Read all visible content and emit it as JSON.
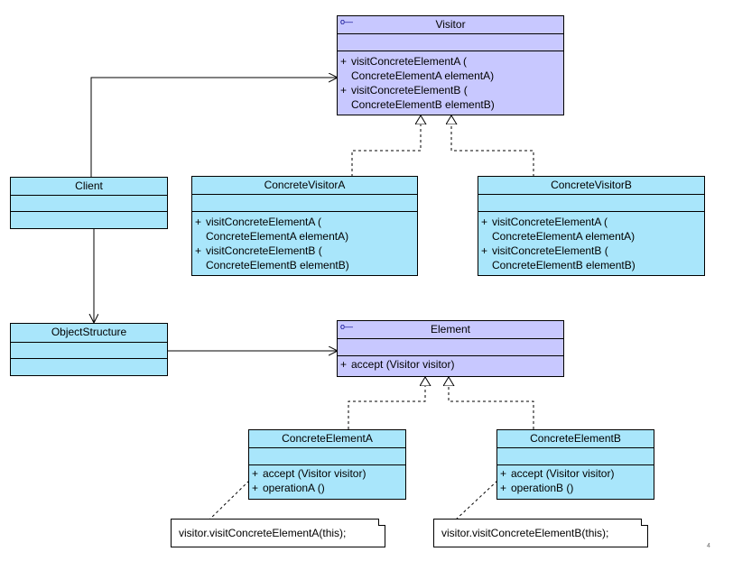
{
  "classes": {
    "visitor": {
      "name": "Visitor",
      "stereotype_icon": "interface-icon",
      "ops": [
        {
          "vis": "+",
          "lines": [
            "visitConcreteElementA (",
            "ConcreteElementA elementA)"
          ]
        },
        {
          "vis": "+",
          "lines": [
            "visitConcreteElementB (",
            "ConcreteElementB elementB)"
          ]
        }
      ]
    },
    "concrete_visitor_a": {
      "name": "ConcreteVisitorA",
      "ops": [
        {
          "vis": "+",
          "lines": [
            "visitConcreteElementA (",
            "ConcreteElementA elementA)"
          ]
        },
        {
          "vis": "+",
          "lines": [
            "visitConcreteElementB (",
            "ConcreteElementB elementB)"
          ]
        }
      ]
    },
    "concrete_visitor_b": {
      "name": "ConcreteVisitorB",
      "ops": [
        {
          "vis": "+",
          "lines": [
            "visitConcreteElementA (",
            "ConcreteElementA elementA)"
          ]
        },
        {
          "vis": "+",
          "lines": [
            "visitConcreteElementB (",
            "ConcreteElementB elementB)"
          ]
        }
      ]
    },
    "client": {
      "name": "Client"
    },
    "object_structure": {
      "name": "ObjectStructure"
    },
    "element": {
      "name": "Element",
      "stereotype_icon": "interface-icon",
      "ops": [
        {
          "vis": "+",
          "lines": [
            "accept (Visitor visitor)"
          ]
        }
      ]
    },
    "concrete_element_a": {
      "name": "ConcreteElementA",
      "ops": [
        {
          "vis": "+",
          "lines": [
            "accept (Visitor visitor)"
          ]
        },
        {
          "vis": "+",
          "lines": [
            "operationA ()"
          ]
        }
      ]
    },
    "concrete_element_b": {
      "name": "ConcreteElementB",
      "ops": [
        {
          "vis": "+",
          "lines": [
            "accept (Visitor visitor)"
          ]
        },
        {
          "vis": "+",
          "lines": [
            "operationB ()"
          ]
        }
      ]
    }
  },
  "notes": {
    "note_a": "visitor.visitConcreteElementA(this);",
    "note_b": "visitor.visitConcreteElementB(this);"
  },
  "colors": {
    "class_fill": "#a9e6fb",
    "interface_fill": "#c8c8ff",
    "line": "#000000"
  },
  "corner_mark": "4"
}
